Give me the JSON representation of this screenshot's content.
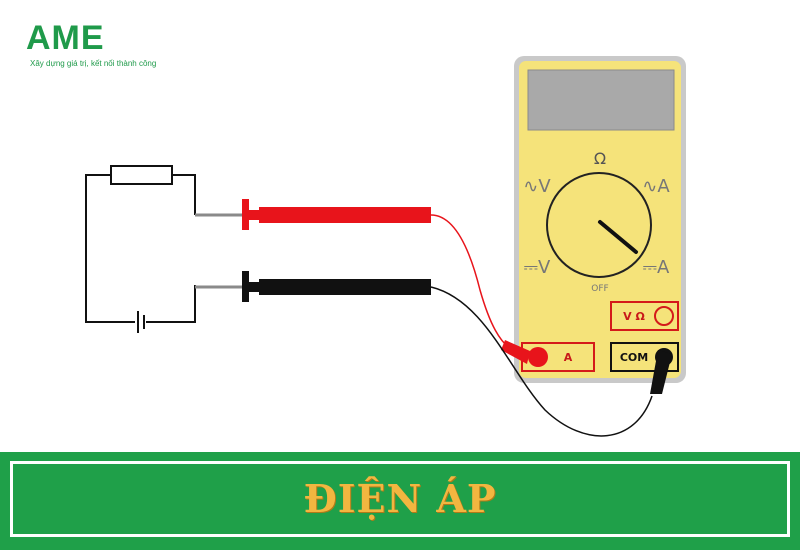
{
  "logo": {
    "text": "AME",
    "tagline": "Xây dựng giá trị, kết nối thành công"
  },
  "multimeter": {
    "ohm_symbol": "Ω",
    "ac_volt_label": "∿V",
    "ac_amp_label": "∿A",
    "dc_volt_label": "⎓V",
    "dc_amp_label": "⎓A",
    "off_label": "OFF",
    "volt_ohm_jack_label": "V Ω",
    "amp_jack_label": "A",
    "com_jack_label": "COM"
  },
  "banner": {
    "title": "ĐIỆN ÁP"
  },
  "colors": {
    "brand_green": "#1f9a4a",
    "banner_green": "#1fa049",
    "banner_text": "#f2b640",
    "meter_body": "#f5e37a",
    "meter_frame": "#c9c9c9",
    "meter_display": "#a9a9a9",
    "red_probe": "#e8141b",
    "black_probe": "#111111"
  }
}
